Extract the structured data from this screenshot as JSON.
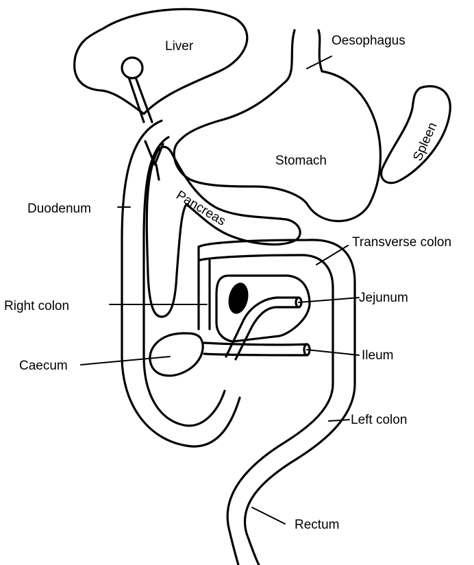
{
  "labels": {
    "liver": "Liver",
    "oesophagus": "Oesophagus",
    "stomach": "Stomach",
    "spleen": "Spleen",
    "duodenum": "Duodenum",
    "pancreas": "Pancreas",
    "transverse_colon": "Transverse colon",
    "right_colon": "Right colon",
    "jejunum": "Jejunum",
    "caecum": "Caecum",
    "ileum": "Ileum",
    "left_colon": "Left colon",
    "rectum": "Rectum"
  }
}
